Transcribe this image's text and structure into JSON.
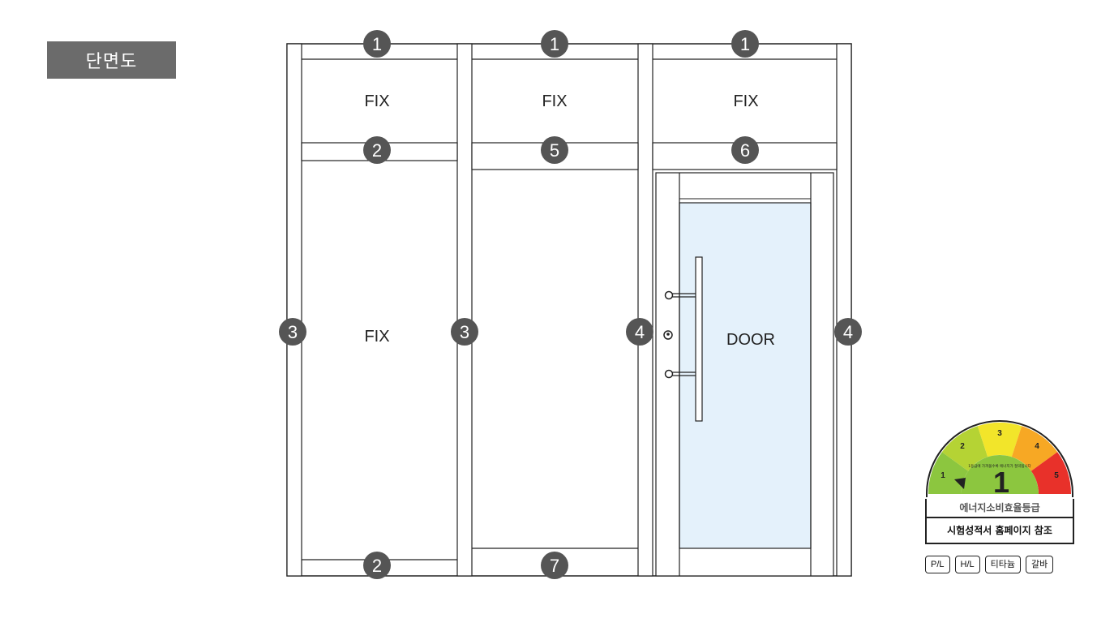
{
  "title": "단면도",
  "panels": {
    "top_fix_labels": [
      "FIX",
      "FIX",
      "FIX"
    ],
    "left_panel_label": "FIX",
    "door_label": "DOOR"
  },
  "markers": {
    "top": [
      "1",
      "1",
      "1"
    ],
    "mid": [
      "2",
      "5",
      "6"
    ],
    "sides": [
      "3",
      "3",
      "4",
      "4"
    ],
    "bottom": [
      "2",
      "7"
    ]
  },
  "energy_badge": {
    "grades": [
      "1",
      "2",
      "3",
      "4",
      "5"
    ],
    "grade_colors": [
      "#8cc63f",
      "#b5d334",
      "#f2e52a",
      "#f7a824",
      "#e8312a"
    ],
    "current_grade": "1",
    "arc_text": "1등급에 가까울수록 에너지가 절약됩니다",
    "label": "에너지소비효율등급",
    "reference": "시험성적서 홈페이지 참조"
  },
  "tags": [
    "P/L",
    "H/L",
    "티타늄",
    "갈바"
  ],
  "colors": {
    "glass": "#e4f1fb",
    "marker": "#555555",
    "badge_bg": "#6b6b6b"
  }
}
